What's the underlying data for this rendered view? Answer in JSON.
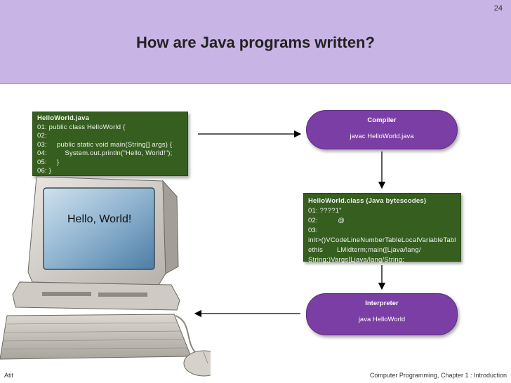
{
  "slide": {
    "number": "24",
    "title": "How are Java programs written?",
    "footer_left": "Atit",
    "footer_right": "Computer Programming,  Chapter 1 : Introduction"
  },
  "source": {
    "filename": "HelloWorld.java",
    "lines": [
      "01: public class HelloWorld {",
      "02:",
      "03:     public static void main(String[] args) {",
      "04:         System.out.println(\"Hello, World!\");",
      "05:     }",
      "06: }"
    ]
  },
  "compiler": {
    "title": "Compiler",
    "command": "javac HelloWorld.java"
  },
  "bytecode": {
    "filename": "HelloWorld.class (Java bytescodes)",
    "lines": [
      "01: ????1\"",
      "02:          @",
      "03:",
      "init>()VCodeLineNumberTableLocalVariableTabl",
      "ethis       LMidterm;main([Ljava/lang/",
      "String;)Vargs[Ljava/lang/String;"
    ]
  },
  "interpreter": {
    "title": "Interpreter",
    "command": "java HelloWorld"
  },
  "screen": {
    "output": "Hello, World!"
  },
  "colors": {
    "header": "#c9b4e6",
    "code_bg": "#365f1f",
    "pill": "#7a3ea4"
  }
}
